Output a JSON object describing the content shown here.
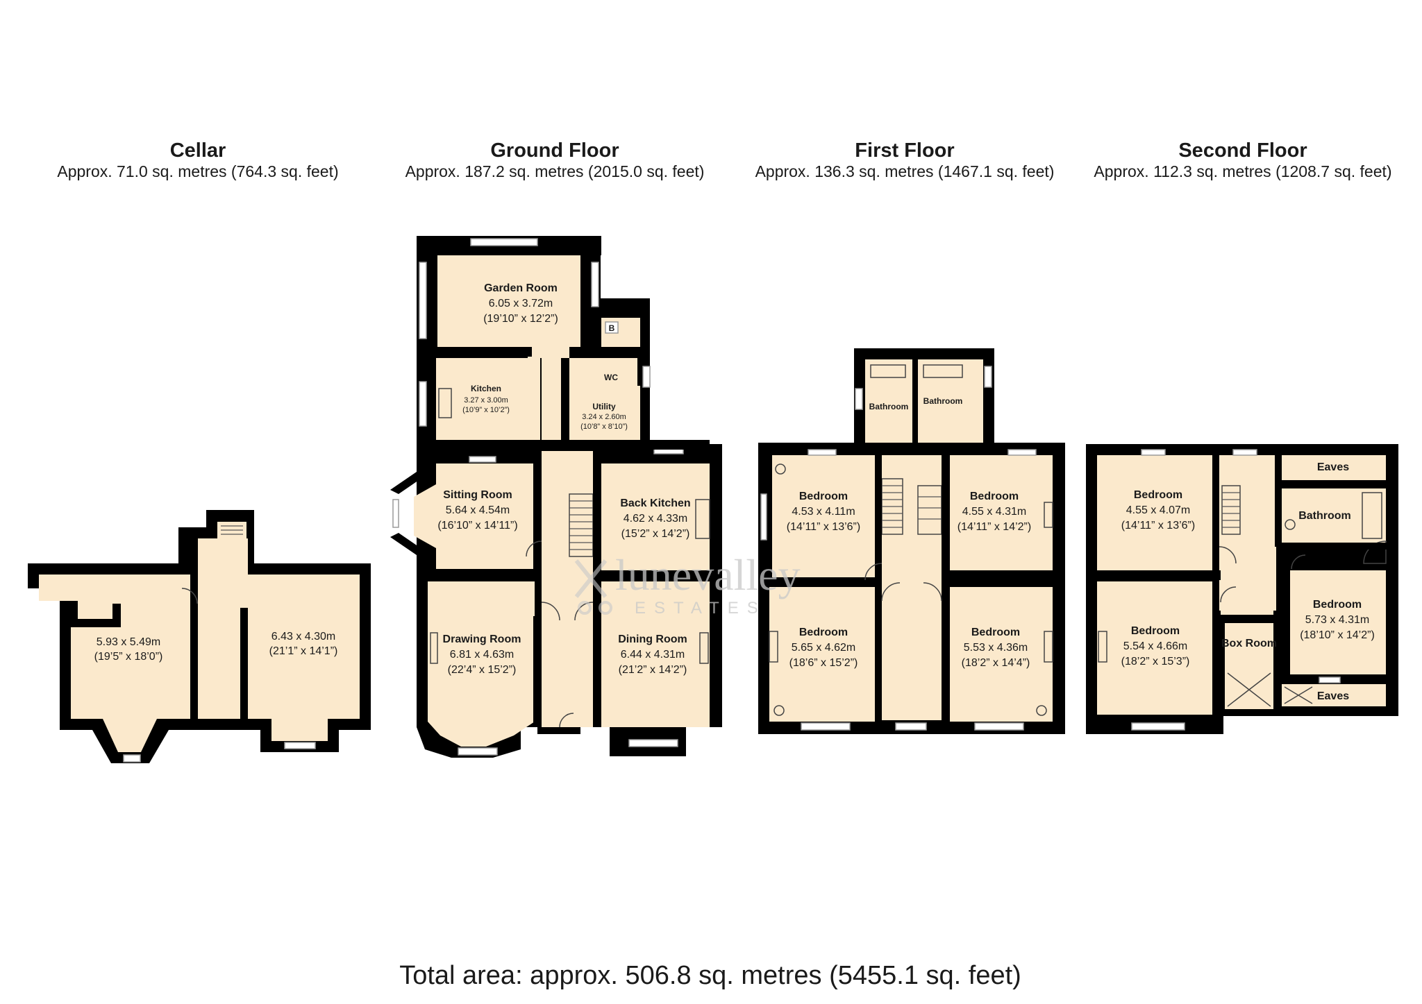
{
  "colors": {
    "floor": "#fbe9cc",
    "wall": "#000000",
    "text": "#1a1a1a",
    "watermark": "#c9c9c9"
  },
  "watermark": {
    "brand": "lunevalley",
    "sub": "ESTATES"
  },
  "floors": {
    "cellar": {
      "title": "Cellar",
      "area": "Approx. 71.0 sq. metres (764.3 sq. feet)"
    },
    "ground": {
      "title": "Ground Floor",
      "area": "Approx. 187.2 sq. metres (2015.0 sq. feet)"
    },
    "first": {
      "title": "First Floor",
      "area": "Approx. 136.3 sq. metres (1467.1 sq. feet)"
    },
    "second": {
      "title": "Second Floor",
      "area": "Approx. 112.3 sq. metres (1208.7 sq. feet)"
    }
  },
  "rooms": {
    "cellar_left": {
      "metric": "5.93 x 5.49m",
      "imperial": "(19’5” x 18’0”)"
    },
    "cellar_right": {
      "metric": "6.43 x 4.30m",
      "imperial": "(21’1” x 14’1”)"
    },
    "garden_room": {
      "name": "Garden Room",
      "metric": "6.05 x 3.72m",
      "imperial": "(19’10” x 12’2”)"
    },
    "boiler": {
      "name": "B"
    },
    "wc": {
      "name": "WC"
    },
    "kitchen": {
      "name": "Kitchen",
      "metric": "3.27 x 3.00m",
      "imperial": "(10’9” x 10’2”)"
    },
    "utility": {
      "name": "Utility",
      "metric": "3.24 x 2.60m",
      "imperial": "(10’8” x 8’10”)"
    },
    "sitting_room": {
      "name": "Sitting Room",
      "metric": "5.64 x 4.54m",
      "imperial": "(16’10” x 14’11”)"
    },
    "back_kitchen": {
      "name": "Back Kitchen",
      "metric": "4.62 x 4.33m",
      "imperial": "(15’2” x 14’2”)"
    },
    "drawing_room": {
      "name": "Drawing Room",
      "metric": "6.81 x 4.63m",
      "imperial": "(22’4” x 15’2”)"
    },
    "dining_room": {
      "name": "Dining Room",
      "metric": "6.44 x 4.31m",
      "imperial": "(21’2” x 14’2”)"
    },
    "f_bathroom_1": {
      "name": "Bathroom"
    },
    "f_bathroom_2": {
      "name": "Bathroom"
    },
    "f_bed_tl": {
      "name": "Bedroom",
      "metric": "4.53 x 4.11m",
      "imperial": "(14’11” x 13’6”)"
    },
    "f_bed_tr": {
      "name": "Bedroom",
      "metric": "4.55 x 4.31m",
      "imperial": "(14’11” x 14’2”)"
    },
    "f_bed_bl": {
      "name": "Bedroom",
      "metric": "5.65 x 4.62m",
      "imperial": "(18’6” x 15’2”)"
    },
    "f_bed_br": {
      "name": "Bedroom",
      "metric": "5.53 x 4.36m",
      "imperial": "(18’2” x 14’4”)"
    },
    "s_bed_tl": {
      "name": "Bedroom",
      "metric": "4.55 x 4.07m",
      "imperial": "(14’11” x 13’6”)"
    },
    "s_eaves_top": {
      "name": "Eaves"
    },
    "s_bathroom": {
      "name": "Bathroom"
    },
    "s_bed_r": {
      "name": "Bedroom",
      "metric": "5.73 x 4.31m",
      "imperial": "(18’10” x 14’2”)"
    },
    "s_bed_bl": {
      "name": "Bedroom",
      "metric": "5.54 x 4.66m",
      "imperial": "(18’2” x 15’3”)"
    },
    "s_box_room": {
      "name": "Box Room"
    },
    "s_eaves_bot": {
      "name": "Eaves"
    }
  },
  "total": "Total area: approx. 506.8 sq. metres (5455.1 sq. feet)"
}
